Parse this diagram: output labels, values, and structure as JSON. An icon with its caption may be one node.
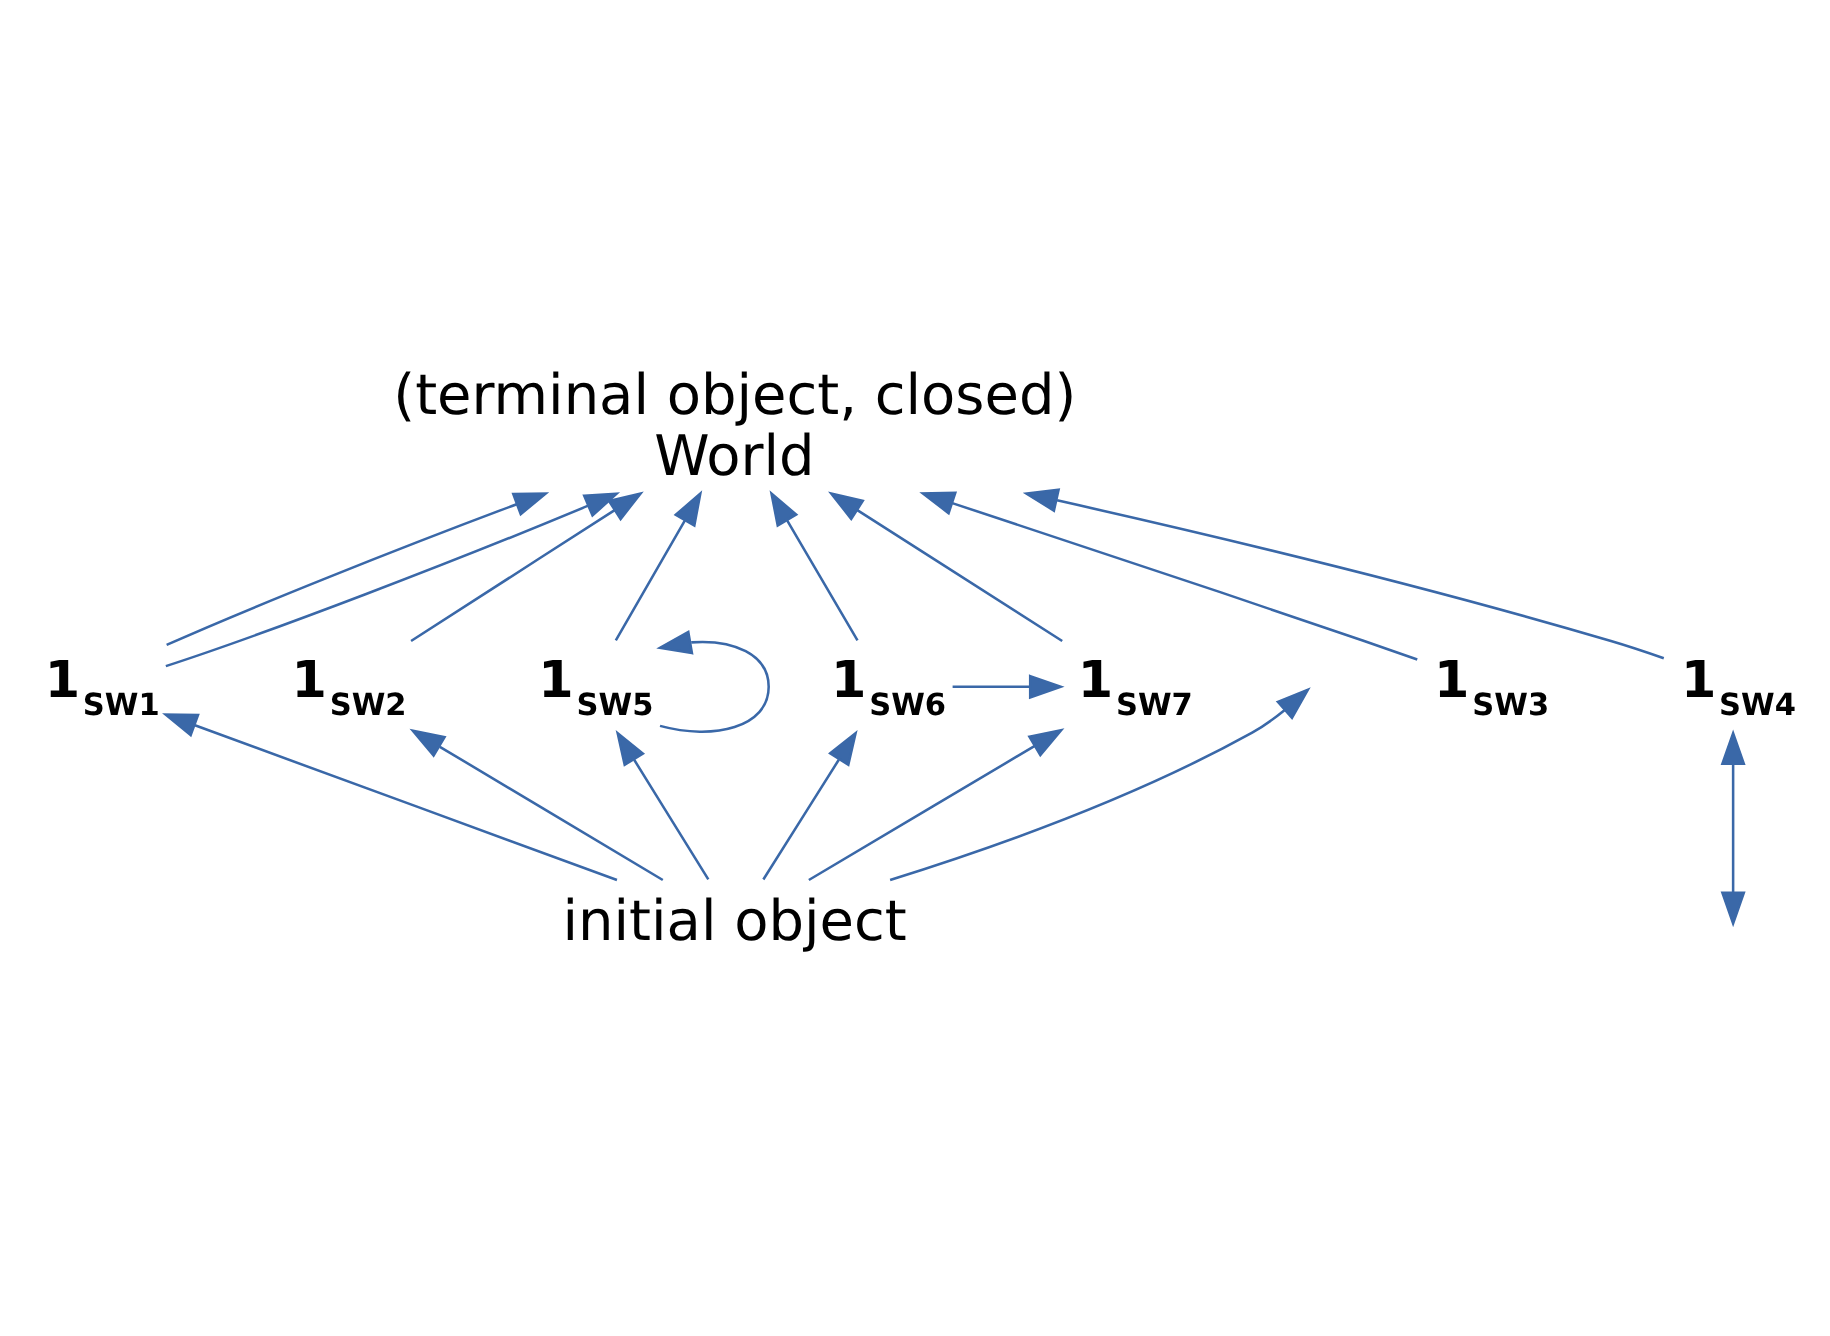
{
  "diagram": {
    "nodes": [
      {
        "text": [
          "(terminal object, closed)",
          "World"
        ]
      },
      {
        "text": [
          "1$_{SW1}$"
        ]
      },
      {
        "text": [
          "1$_{SW2}$"
        ]
      },
      {
        "text": [
          "1$_{SW3}$"
        ]
      },
      {
        "text": [
          "1$_{SW4}$"
        ]
      },
      {
        "text": [
          "1$_{SW5}$"
        ]
      },
      {
        "text": [
          "1$_{SW6}$"
        ]
      },
      {
        "text": [
          "1$_{SW7}$"
        ]
      },
      {
        "text": [
          "initial object"
        ]
      }
    ],
    "edges": [
      {
        "from": 1,
        "to": 0,
        "arrow": "to"
      },
      {
        "from": 1,
        "to": 0,
        "arrow": "to"
      },
      {
        "from": 5,
        "to": 0,
        "arrow": "to"
      },
      {
        "from": 2,
        "to": 0,
        "arrow": "to"
      },
      {
        "from": 6,
        "to": 0,
        "arrow": "to"
      },
      {
        "from": 3,
        "to": 0,
        "arrow": "to"
      },
      {
        "from": 7,
        "to": 0,
        "arrow": "to"
      },
      {
        "from": 4,
        "to": 0,
        "arrow": "to"
      },
      {
        "from": 8,
        "to": 1,
        "arrow": "to"
      },
      {
        "from": 8,
        "to": 2,
        "arrow": "to"
      },
      {
        "from": 8,
        "to": 5,
        "arrow": "to"
      },
      {
        "from": 5,
        "to": 5,
        "arrow": "to"
      },
      {
        "from": 8,
        "to": 6,
        "arrow": "to"
      },
      {
        "from": 8,
        "to": 7,
        "arrow": "to"
      },
      {
        "from": 8,
        "to": null,
        "arrow": "to"
      },
      {
        "from": null,
        "to": 4,
        "arrow": "both"
      },
      {
        "from": 6,
        "to": 7,
        "arrow": "to"
      }
    ]
  }
}
